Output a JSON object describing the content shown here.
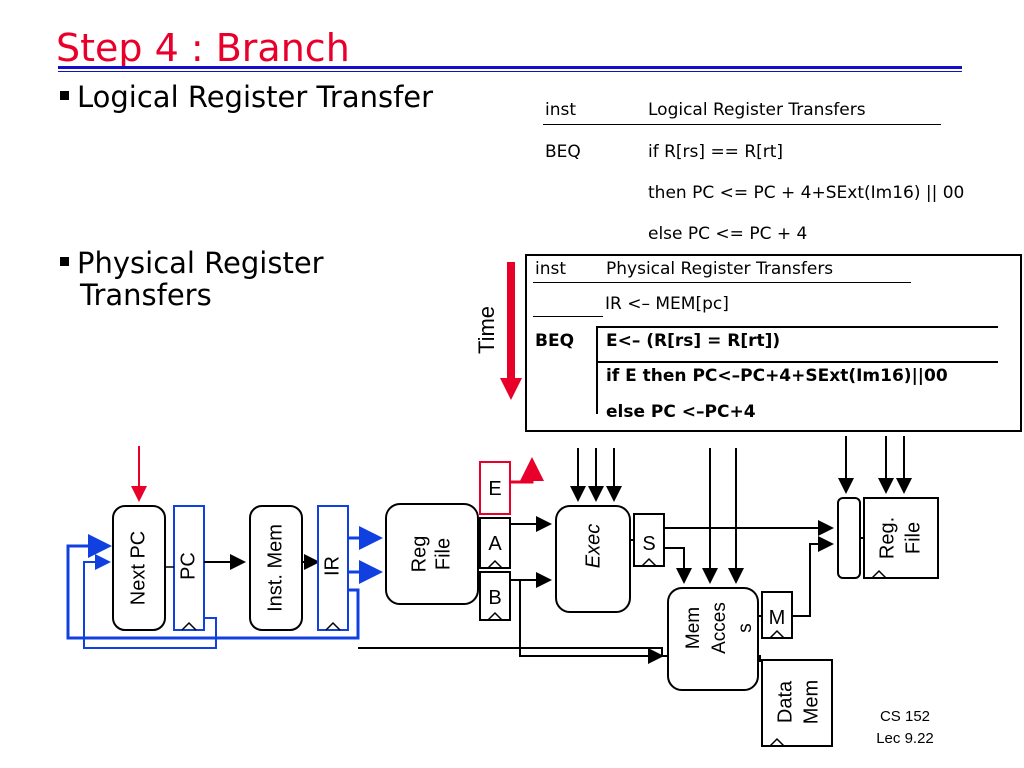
{
  "title": "Step 4 : Branch",
  "bullets": {
    "logical": "Logical Register Transfer",
    "physical_line1": "Physical Register",
    "physical_line2": "Transfers"
  },
  "logical_table": {
    "headers": [
      "inst",
      "Logical Register Transfers"
    ],
    "inst": "BEQ",
    "lines": [
      "if R[rs] == R[rt]",
      "then PC <= PC + 4+SExt(Im16) || 00",
      "else PC <= PC + 4"
    ]
  },
  "physical_table": {
    "headers": [
      "inst",
      "Physical Register Transfers"
    ],
    "row0": "IR <– MEM[pc]",
    "inst": "BEQ",
    "lines": [
      "E<– (R[rs] = R[rt])",
      "if E then PC<–PC+4+SExt(Im16)||00",
      "else PC <–PC+4"
    ]
  },
  "time_label": "Time",
  "datapath": {
    "next_pc": "Next PC",
    "pc": "PC",
    "inst_mem": "Inst. Mem",
    "ir": "IR",
    "reg_file_l1": "Reg",
    "reg_file_l2": "File",
    "e": "E",
    "a": "A",
    "b": "B",
    "exec": "Exec",
    "s": "S",
    "mem_access_l1": "Mem",
    "mem_access_l2": "Acces",
    "mem_access_l3": "s",
    "m": "M",
    "data_mem_l1": "Data",
    "data_mem_l2": "Mem",
    "reg_file2_l1": "Reg.",
    "reg_file2_l2": "File"
  },
  "colors": {
    "title": "#e8002a",
    "rule": "#1010cc",
    "highlight_red": "#e8002a",
    "highlight_blue": "#1040e0"
  },
  "footer": {
    "course": "CS 152",
    "lecture": "Lec 9.22"
  }
}
